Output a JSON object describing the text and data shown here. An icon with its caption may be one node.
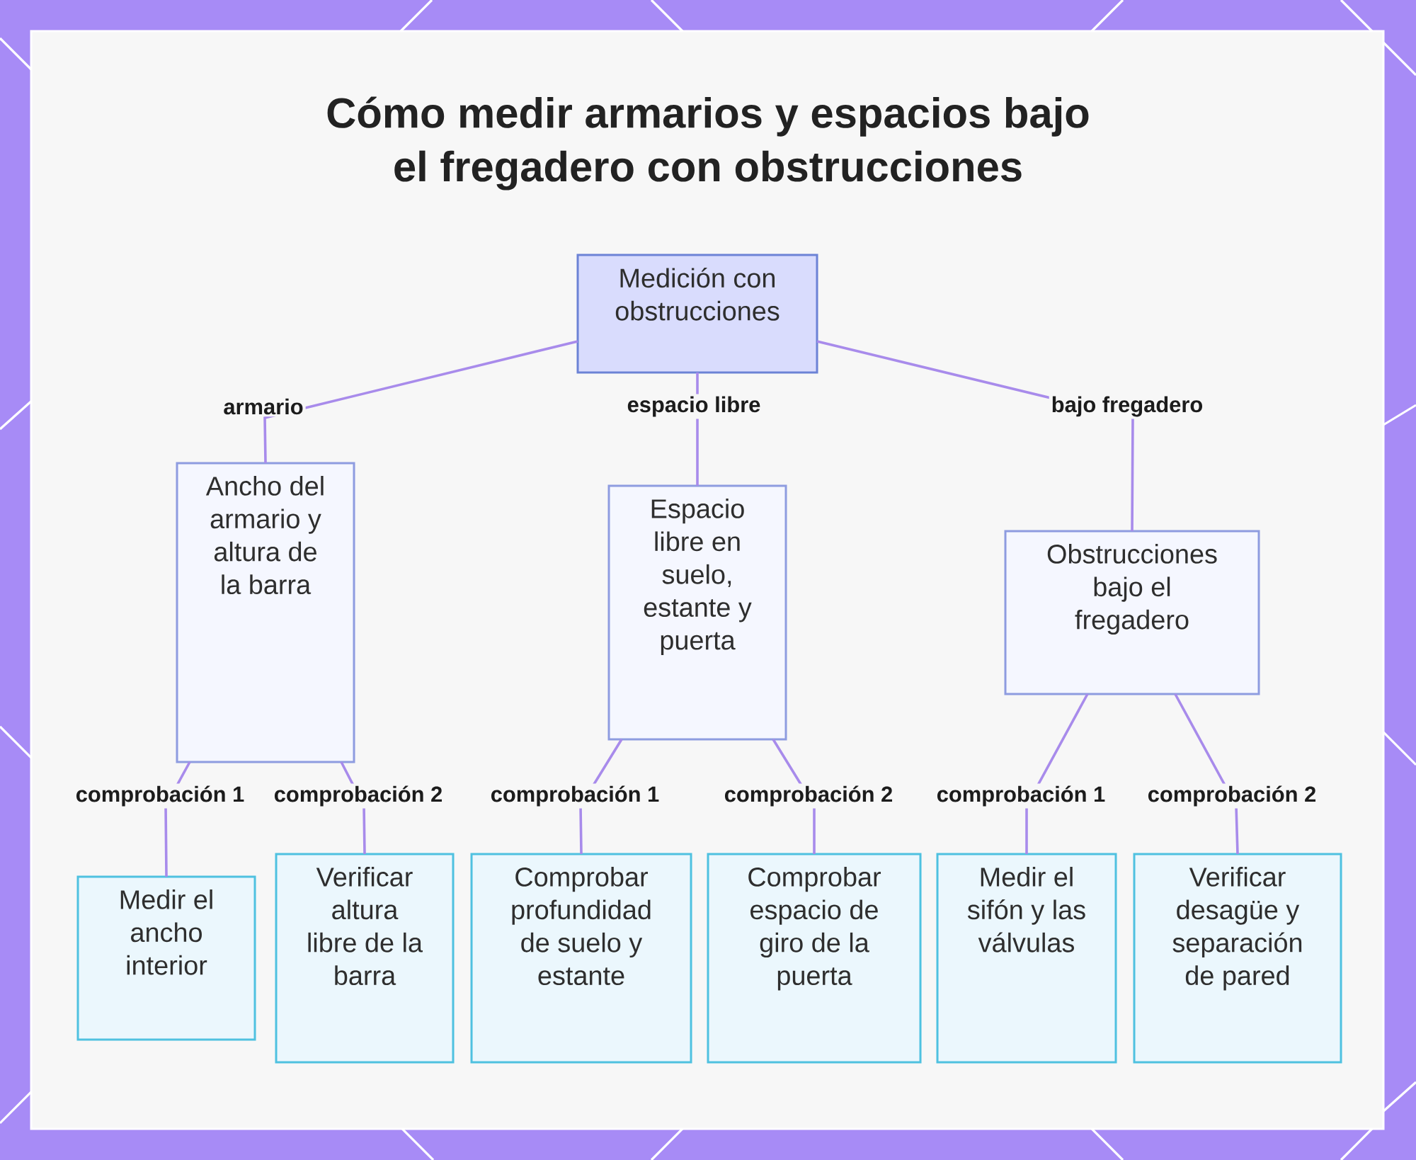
{
  "diagram": {
    "title": "Cómo medir armarios y espacios bajo el fregadero con obstrucciones",
    "nodes": [
      {
        "text": [
          "Medición con obstrucciones"
        ]
      },
      {
        "text": [
          "Ancho del armario y altura de la barra"
        ]
      },
      {
        "text": [
          "Espacio libre en suelo, estante y puerta"
        ]
      },
      {
        "text": [
          "Obstrucciones bajo el fregadero"
        ]
      },
      {
        "text": [
          "Medir el ancho interior"
        ]
      },
      {
        "text": [
          "Verificar altura libre de la barra"
        ]
      },
      {
        "text": [
          "Comprobar profundidad de suelo y estante"
        ]
      },
      {
        "text": [
          "Comprobar espacio de giro de la puerta"
        ]
      },
      {
        "text": [
          "Medir el sifón y las válvulas"
        ]
      },
      {
        "text": [
          "Verificar desagüe y separación de pared"
        ]
      }
    ],
    "edges": [
      {
        "from": 0,
        "to": 1,
        "arrow": "none",
        "label": "armario"
      },
      {
        "from": 0,
        "to": 2,
        "arrow": "none",
        "label": "espacio libre"
      },
      {
        "from": 0,
        "to": 3,
        "arrow": "none",
        "label": "bajo fregadero"
      },
      {
        "from": 1,
        "to": 4,
        "arrow": "none",
        "label": "comprobación 1"
      },
      {
        "from": 1,
        "to": 5,
        "arrow": "none",
        "label": "comprobación 2"
      },
      {
        "from": 2,
        "to": 6,
        "arrow": "none",
        "label": "comprobación 1"
      },
      {
        "from": 2,
        "to": 7,
        "arrow": "none",
        "label": "comprobación 2"
      },
      {
        "from": 3,
        "to": 8,
        "arrow": "none",
        "label": "comprobación 1"
      },
      {
        "from": 3,
        "to": 9,
        "arrow": "none",
        "label": "comprobación 2"
      }
    ]
  }
}
